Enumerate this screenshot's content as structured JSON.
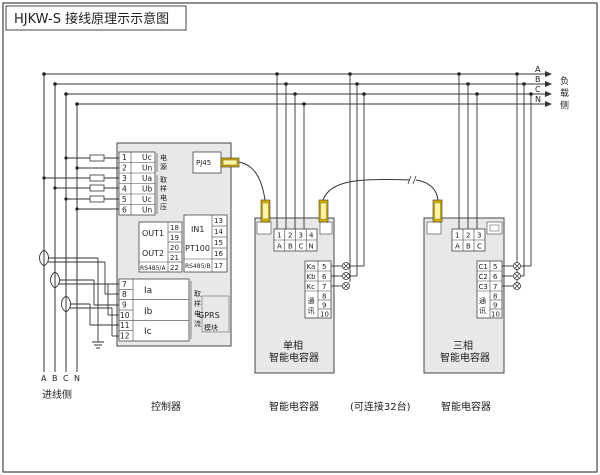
{
  "title": "HJKW-S 接线原理示示意图",
  "bus_lines": [
    "A",
    "B",
    "C",
    "N"
  ],
  "load_side": [
    "负",
    "载",
    "侧"
  ],
  "incoming": {
    "phases": [
      "A",
      "B",
      "C",
      "N"
    ],
    "label": "进线侧"
  },
  "controller": {
    "voltage_terminals": [
      {
        "num": "1",
        "name": "Uc"
      },
      {
        "num": "2",
        "name": "Un"
      },
      {
        "num": "3",
        "name": "Ua"
      },
      {
        "num": "4",
        "name": "Ub"
      },
      {
        "num": "5",
        "name": "Uc"
      },
      {
        "num": "6",
        "name": "Un"
      }
    ],
    "power_label": [
      "电",
      "源"
    ],
    "v_sample_label": [
      "取",
      "样",
      "电",
      "压"
    ],
    "pj45": "PJ45",
    "out1": "OUT1",
    "out2": "OUT2",
    "out_nums": [
      "18",
      "19",
      "20",
      "21",
      "22"
    ],
    "rs485_a": "RS485/A",
    "in1": "IN1",
    "pt100": "PT100",
    "in_nums": [
      "13",
      "14",
      "15",
      "16",
      "17"
    ],
    "rs485_b": "RS485/B",
    "current_terminals": [
      {
        "num": "7",
        "name": ""
      },
      {
        "num": "8",
        "name": "Ia"
      },
      {
        "num": "9",
        "name": ""
      },
      {
        "num": "10",
        "name": "Ib"
      },
      {
        "num": "11",
        "name": ""
      },
      {
        "num": "12",
        "name": "Ic"
      }
    ],
    "i_sample_label": [
      "取",
      "样",
      "电",
      "流"
    ],
    "gprs": "GPRS",
    "gprs_module": "模块",
    "caption": "控制器"
  },
  "capacitor_single": {
    "top_nums": [
      "1",
      "2",
      "3",
      "4"
    ],
    "top_phases": [
      "A",
      "B",
      "C",
      "N"
    ],
    "k_terminals": [
      {
        "name": "Ka",
        "num": "5"
      },
      {
        "name": "Kb",
        "num": "6"
      },
      {
        "name": "Kc",
        "num": "7"
      }
    ],
    "comm_nums": [
      "8",
      "9",
      "10"
    ],
    "comm_label": [
      "通",
      "讯"
    ],
    "name_line1": "单相",
    "name_line2": "智能电容器",
    "caption": "智能电容器"
  },
  "chain_note": "(可连接32台)",
  "capacitor_three": {
    "top_nums": [
      "1",
      "2",
      "3"
    ],
    "top_phases": [
      "A",
      "B",
      "C"
    ],
    "c_terminals": [
      {
        "name": "C1",
        "num": "5"
      },
      {
        "name": "C2",
        "num": "6"
      },
      {
        "name": "C3",
        "num": "7"
      }
    ],
    "comm_nums": [
      "8",
      "9",
      "10"
    ],
    "comm_label": [
      "通",
      "讯"
    ],
    "name_line1": "三相",
    "name_line2": "智能电容器",
    "caption": "智能电容器"
  },
  "colors": {
    "line": "#333333",
    "device_fill": "#e8e8e8",
    "terminal_fill": "#ffffff",
    "connector": "#d4b000"
  }
}
